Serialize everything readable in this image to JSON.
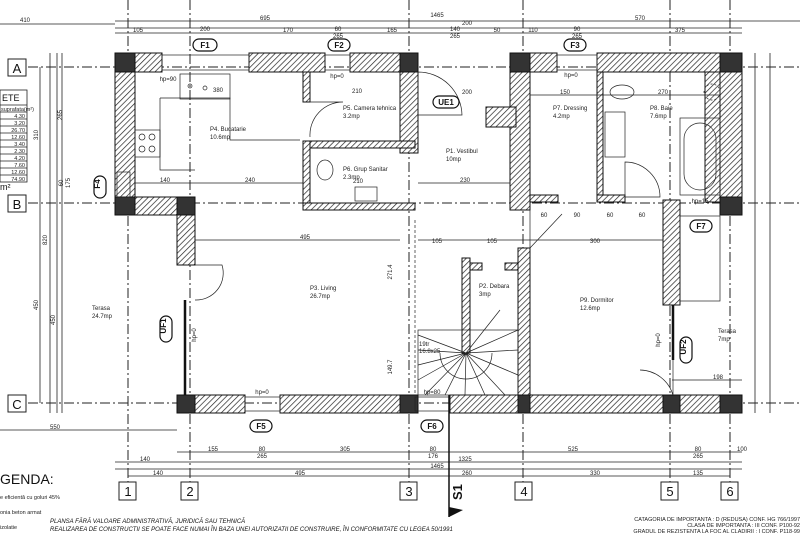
{
  "rooms": [
    {
      "name": "P4. Bucatarie",
      "area": "10.6mp"
    },
    {
      "name": "P5. Camera tehnica",
      "area": "3.2mp"
    },
    {
      "name": "P6. Grup Sanitar",
      "area": "2.3mp"
    },
    {
      "name": "P1. Vestibul",
      "area": "10mp"
    },
    {
      "name": "P7. Dressing",
      "area": "4.2mp"
    },
    {
      "name": "P8. Baie",
      "area": "7.6mp"
    },
    {
      "name": "P3. Living",
      "area": "26.7mp"
    },
    {
      "name": "P2. Debara",
      "area": "3mp"
    },
    {
      "name": "P9. Dormitor",
      "area": "12.6mp"
    },
    {
      "name": "Terasa",
      "area": "24.7mp"
    },
    {
      "name": "Terasa",
      "area": "7mp"
    }
  ],
  "grid_axes": {
    "columns": [
      "1",
      "2",
      "3",
      "4",
      "5",
      "6"
    ],
    "rows": [
      "A",
      "B",
      "C"
    ]
  },
  "openings": [
    "F1",
    "F2",
    "F3",
    "F4",
    "F5",
    "F6",
    "F7",
    "UE1",
    "UF1",
    "UF2"
  ],
  "section_mark": "S1",
  "stair": {
    "steps": "19tr",
    "size": "16.8x25"
  },
  "dimensions": {
    "top": [
      "410",
      "695",
      "1465",
      "570",
      "105",
      "200",
      "170",
      "60",
      "265",
      "165",
      "200",
      "140",
      "265",
      "50",
      "110",
      "90",
      "265",
      "375"
    ],
    "interior": [
      "hp=90",
      "380",
      "hp=0",
      "210",
      "140",
      "240",
      "230",
      "210",
      "495",
      "105",
      "105",
      "300",
      "198",
      "hp=0",
      "hp=80",
      "hp=0",
      "150",
      "270",
      "200",
      "hp=15",
      "60",
      "90",
      "60",
      "60",
      "hp=0",
      "hp=0",
      "271.4",
      "149.7"
    ],
    "left": [
      "310",
      "265",
      "450",
      "450",
      "820",
      "175",
      "60"
    ],
    "bottom": [
      "550",
      "155",
      "80",
      "265",
      "305",
      "80",
      "176",
      "525",
      "80",
      "265",
      "100",
      "140",
      "1325",
      "1465",
      "140",
      "495",
      "260",
      "330",
      "135"
    ]
  },
  "area_table": {
    "title": "ETE",
    "header": "suprafata(m²)",
    "values": [
      "4.30",
      "3.20",
      "26.70",
      "12.60",
      "3.40",
      "2.30",
      "4.20",
      "7.60",
      "12.60",
      "74.90"
    ],
    "footer": "m²"
  },
  "legend": {
    "title": "GENDA:",
    "items": [
      "e eficientă cu goluri 45%",
      "onia beton armat",
      "izolatie"
    ]
  },
  "disclaimer": {
    "line1": "PLANSA FĂRĂ VALOARE ADMINISTRATIVĂ, JURIDICĂ SAU TEHNICĂ",
    "line2": "REALIZAREA DE CONSTRUCTII SE POATE FACE NUMAI ÎN BAZA UNEI AUTORIZATII DE CONSTRUIRE, ÎN CONFORMITATE CU LEGEA 50/1991"
  },
  "stamp": {
    "line1": "CATAGORIA DE IMPORTANTA : D (REDUSA) CONF. HG 766/1997",
    "line2": "CLASA DE IMPORTANTA : III CONF. P100-92",
    "line3": "GRADUL DE REZISTENTA LA FOC AL CLADIRII : I CONF. P118-99"
  },
  "colors": {
    "ink": "#111111",
    "paper": "#ffffff"
  }
}
